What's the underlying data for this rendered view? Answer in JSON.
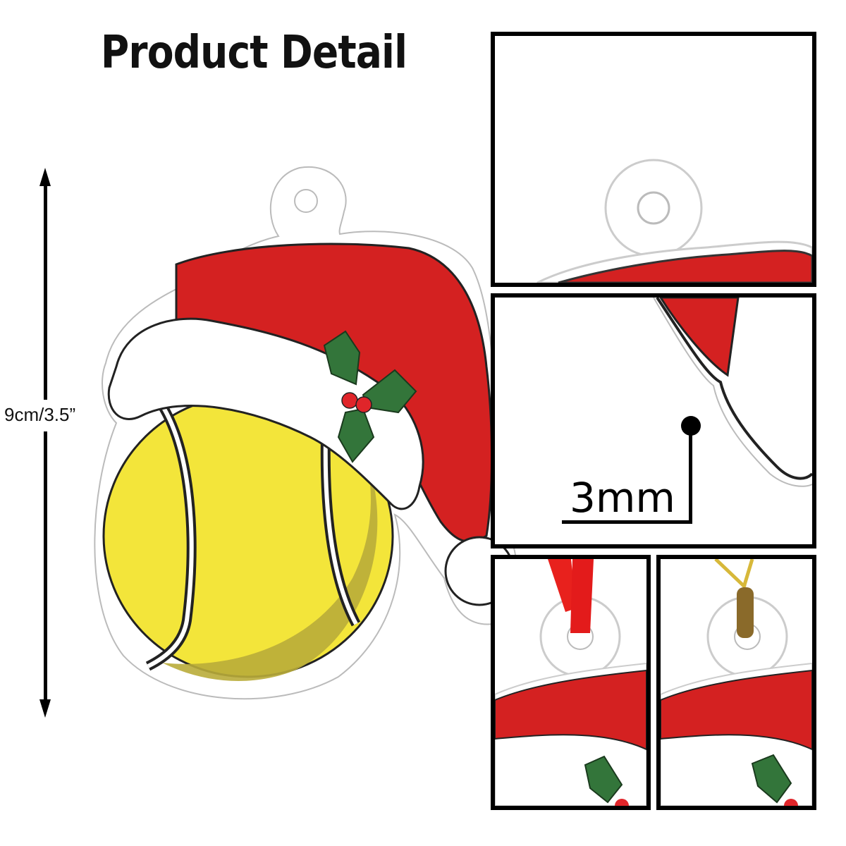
{
  "header": {
    "title": "Product Detail"
  },
  "dimension": {
    "height_label": "9cm/3.5”",
    "arrow_icon": "double-vertical-arrow-icon"
  },
  "product": {
    "name": "Tennis ball with Santa hat acrylic ornament",
    "colors": {
      "hat_red": "#d42121",
      "ball_yellow": "#f3e53a",
      "ball_shadow": "#b9ac3a",
      "holly_green": "#33753a",
      "berry_red": "#e0252a",
      "fur_white": "#ffffff",
      "outline": "#111111"
    }
  },
  "detail_panels": [
    {
      "id": "hanging-hole",
      "caption": ""
    },
    {
      "id": "thickness",
      "caption": "3mm"
    },
    {
      "id": "red-ribbon",
      "caption": ""
    },
    {
      "id": "gold-string",
      "caption": ""
    }
  ]
}
